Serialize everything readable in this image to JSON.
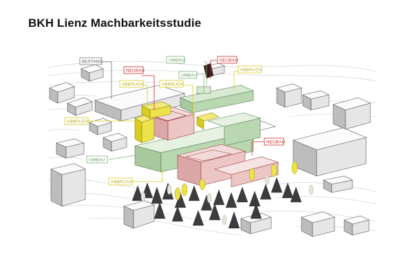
{
  "title": "BKH Lienz Machbarkeitsstudie",
  "labels": {
    "bestand": "BESTAND",
    "neubau_1": "NEUBAU",
    "neubau_2": "NEUBAU",
    "neubau_3": "NEUBAU",
    "umbau_1": "UMBAU",
    "umbau_2": "UMBAU",
    "umbau_3": "UMBAU",
    "abbruch_1": "ABBRUCH",
    "abbruch_2": "ABBRUCH",
    "abbruch_3": "ABBRUCH",
    "abbruch_4": "ABBRUCH",
    "abbruch_5": "ABBRUCH"
  },
  "colors": {
    "neubau": "#cc2a2a",
    "umbau": "#7fb27f",
    "abbruch": "#d8cc1f",
    "bestand": "#777777",
    "neubau_fill": "#ecc5c5",
    "umbau_fill": "#b9d7b0",
    "abbruch_fill": "#ece24a"
  }
}
